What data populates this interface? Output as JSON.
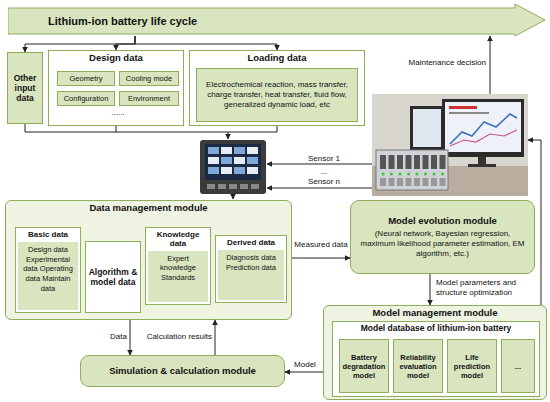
{
  "diagram": {
    "nodes": [
      {
        "text": [
          "Lithium-ion battery life cycle"
        ]
      },
      {
        "text": [
          "Other input data"
        ]
      },
      {
        "text": [
          "Design data"
        ]
      },
      {
        "text": [
          "Geometry"
        ],
        "in": 2
      },
      {
        "text": [
          "Cooling mode"
        ],
        "in": 2
      },
      {
        "text": [
          "Configuration"
        ],
        "in": 2
      },
      {
        "text": [
          "Environment"
        ],
        "in": 2
      },
      {
        "text": [
          "Loading data"
        ]
      },
      {
        "text": [
          "Electrochemical reaction, mass transfer, charge transfer, heat transfer, fluid flow, generalized dynamic load, etc"
        ],
        "in": 7
      },
      {
        "text": [
          "Visualization module"
        ]
      },
      {
        "text": [
          "Data management module"
        ]
      },
      {
        "text": [
          "Basic data",
          "Design data Experimental data Operating data Maintain data"
        ],
        "in": 10
      },
      {
        "text": [
          "Algorithm & model data"
        ],
        "in": 10
      },
      {
        "text": [
          "Knowledge data",
          "Expert knowledge Standards"
        ],
        "in": 10
      },
      {
        "text": [
          "Derived data",
          "Diagnosis data Prediction data"
        ],
        "in": 10
      },
      {
        "text": [
          "Model evolution module",
          "(Neural network, Bayesian regression, maximum likelihood parameter estimation, EM algorithm, etc.)"
        ]
      },
      {
        "text": [
          "Model management module"
        ]
      },
      {
        "text": [
          "Model database of lithium-ion battery"
        ],
        "in": 16
      },
      {
        "text": [
          "Battery degradation model"
        ],
        "in": 17
      },
      {
        "text": [
          "Reliability evaluation model"
        ],
        "in": 17
      },
      {
        "text": [
          "Life prediction model"
        ],
        "in": 17
      },
      {
        "text": [
          "..."
        ],
        "in": 17
      },
      {
        "text": [
          "Simulation & calculation module"
        ]
      }
    ],
    "edges": [
      {
        "from": 0,
        "to": 1,
        "arrow": "to"
      },
      {
        "from": 0,
        "to": 2,
        "arrow": "to"
      },
      {
        "from": 0,
        "to": 7,
        "arrow": "to"
      },
      {
        "from": 9,
        "to": 0,
        "label": "Maintenance decision",
        "arrow": "to"
      },
      {
        "from": 10,
        "to": 15,
        "label": "Measured data",
        "arrow": "to"
      },
      {
        "from": 15,
        "to": 16,
        "label": "Model parameters and structure optimization",
        "arrow": "to"
      },
      {
        "from": 16,
        "to": 22,
        "label": "Model",
        "arrow": "to"
      },
      {
        "from": 10,
        "to": 22,
        "label": "Data",
        "arrow": "to"
      },
      {
        "from": 22,
        "to": 10,
        "label": "Calculation results",
        "arrow": "to"
      },
      {
        "from": 16,
        "to": 9,
        "arrow": "to"
      }
    ],
    "labels": [
      "......",
      "Sensor 1",
      "...",
      "Sensor n"
    ]
  }
}
